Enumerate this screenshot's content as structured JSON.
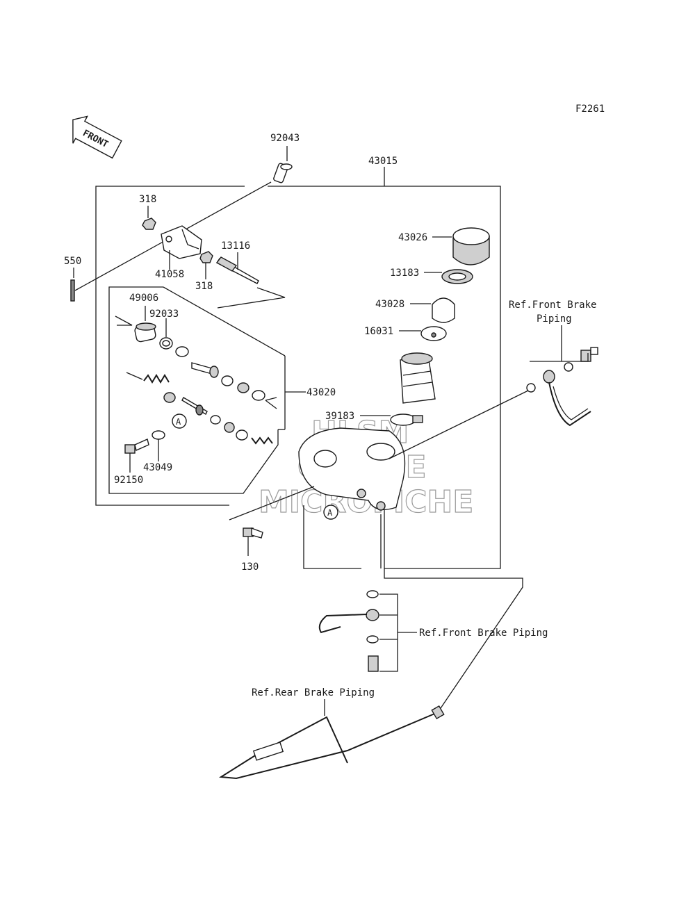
{
  "figure_code": "F2261",
  "direction_arrow": "FRONT",
  "watermark": {
    "line1": "HLSM",
    "line2": "ONLINE",
    "line3": "MICROFICHE"
  },
  "callouts": {
    "p92043": "92043",
    "p43015": "43015",
    "p318a": "318",
    "p318b": "318",
    "p41058": "41058",
    "p13116": "13116",
    "p550": "550",
    "p49006": "49006",
    "p92033": "92033",
    "p43026": "43026",
    "p13183": "13183",
    "p43028": "43028",
    "p16031": "16031",
    "p43020": "43020",
    "p39183": "39183",
    "p43049": "43049",
    "p92150": "92150",
    "p130": "130",
    "markA1": "A",
    "markA2": "A"
  },
  "references": {
    "front_brake_upper_line1": "Ref.Front Brake",
    "front_brake_upper_line2": "Piping",
    "front_brake_lower": "Ref.Front Brake Piping",
    "rear_brake": "Ref.Rear Brake Piping"
  },
  "icons": [
    "front-arrow-icon",
    "circle-a-marker-icon"
  ]
}
